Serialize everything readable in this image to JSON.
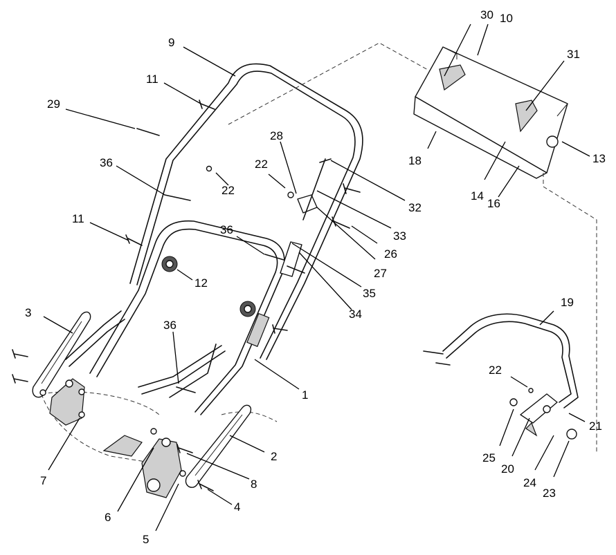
{
  "callouts": [
    {
      "id": "c1",
      "text": "1"
    },
    {
      "id": "c2",
      "text": "2"
    },
    {
      "id": "c3",
      "text": "3"
    },
    {
      "id": "c4",
      "text": "4"
    },
    {
      "id": "c5",
      "text": "5"
    },
    {
      "id": "c6",
      "text": "6"
    },
    {
      "id": "c7",
      "text": "7"
    },
    {
      "id": "c8",
      "text": "8"
    },
    {
      "id": "c9",
      "text": "9"
    },
    {
      "id": "c10",
      "text": "10"
    },
    {
      "id": "c11a",
      "text": "11"
    },
    {
      "id": "c11b",
      "text": "11"
    },
    {
      "id": "c12",
      "text": "12"
    },
    {
      "id": "c13",
      "text": "13"
    },
    {
      "id": "c14",
      "text": "14"
    },
    {
      "id": "c16",
      "text": "16"
    },
    {
      "id": "c18",
      "text": "18"
    },
    {
      "id": "c19",
      "text": "19"
    },
    {
      "id": "c20",
      "text": "20"
    },
    {
      "id": "c21",
      "text": "21"
    },
    {
      "id": "c22a",
      "text": "22"
    },
    {
      "id": "c22b",
      "text": "22"
    },
    {
      "id": "c22c",
      "text": "22"
    },
    {
      "id": "c23",
      "text": "23"
    },
    {
      "id": "c24",
      "text": "24"
    },
    {
      "id": "c25",
      "text": "25"
    },
    {
      "id": "c26",
      "text": "26"
    },
    {
      "id": "c27",
      "text": "27"
    },
    {
      "id": "c28",
      "text": "28"
    },
    {
      "id": "c29",
      "text": "29"
    },
    {
      "id": "c30",
      "text": "30"
    },
    {
      "id": "c31",
      "text": "31"
    },
    {
      "id": "c32",
      "text": "32"
    },
    {
      "id": "c33",
      "text": "33"
    },
    {
      "id": "c34",
      "text": "34"
    },
    {
      "id": "c35",
      "text": "35"
    },
    {
      "id": "c36a",
      "text": "36"
    },
    {
      "id": "c36b",
      "text": "36"
    },
    {
      "id": "c36c",
      "text": "36"
    }
  ]
}
